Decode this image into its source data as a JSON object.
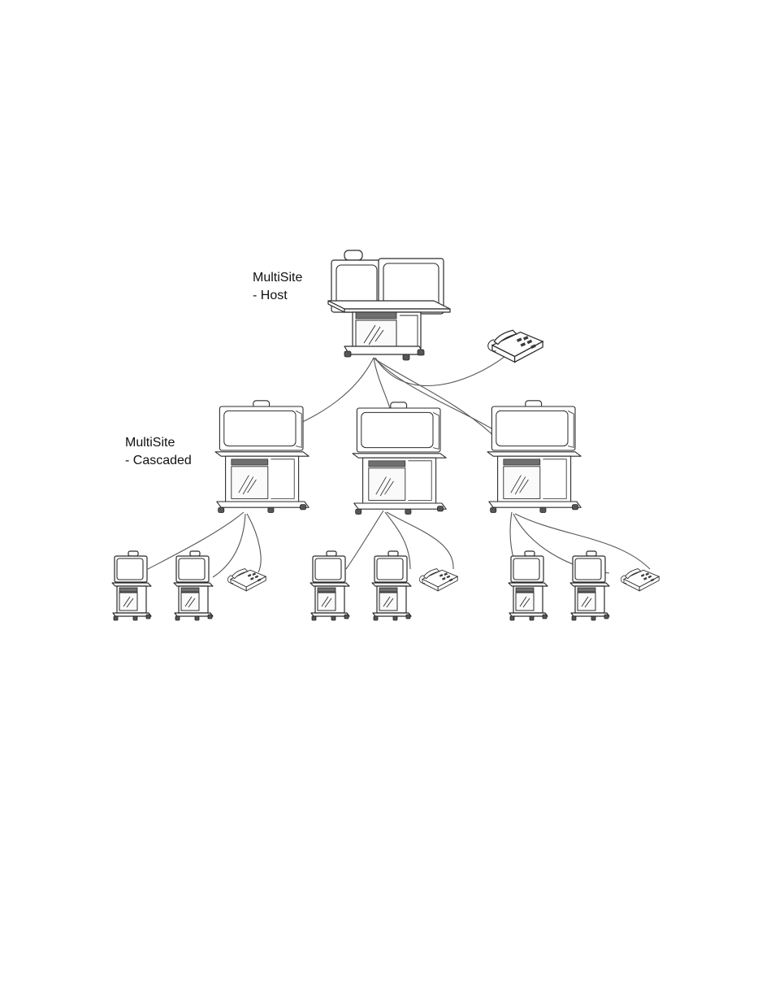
{
  "labels": {
    "host": {
      "line1": "MultiSite",
      "line2": "- Host"
    },
    "cascaded": {
      "line1": "MultiSite",
      "line2": "- Cascaded"
    }
  },
  "colors": {
    "stroke": "#2a2a2a",
    "cable": "#555555",
    "grille": "#6f6f6f",
    "background": "#ffffff"
  },
  "topology": {
    "host": {
      "type": "dual-monitor-system",
      "connections": [
        "cascaded-1",
        "cascaded-2",
        "cascaded-3",
        "host-phone"
      ]
    },
    "cascaded": [
      {
        "id": "cascaded-1",
        "connections": [
          "endpoint-1",
          "endpoint-2",
          "phone-1"
        ]
      },
      {
        "id": "cascaded-2",
        "connections": [
          "endpoint-3",
          "endpoint-4",
          "phone-2"
        ]
      },
      {
        "id": "cascaded-3",
        "connections": [
          "endpoint-5",
          "endpoint-6",
          "phone-3"
        ]
      }
    ]
  }
}
